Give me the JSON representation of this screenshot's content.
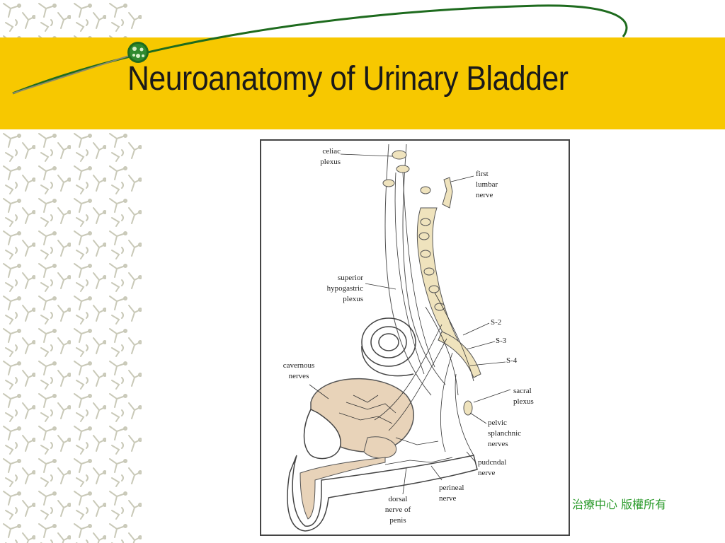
{
  "slide": {
    "title": "Neuroanatomy of Urinary Bladder",
    "copyright": "治療中心 版權所有"
  },
  "figure": {
    "labels": {
      "celiac": "celiac\nplexus",
      "first_lumbar": "first\nlumbar\nnerve",
      "superior_hypogastric": "superior\nhypogastric\nplexus",
      "s2": "S-2",
      "s3": "S-3",
      "s4": "S-4",
      "cavernous": "cavernous\nnerves",
      "sacral": "sacral\nplexus",
      "pelvic_splanchnic": "pelvic\nsplanchnic\nnerves",
      "pudendal": "pudcndal\nnerve",
      "perineal": "perineal\nnerve",
      "dorsal": "dorsal\nnerve of\npenis"
    }
  },
  "colors": {
    "accent_band": "#f7c800",
    "swoosh": "#1e6b1e",
    "organ_fill": "#e8d3b9",
    "nerve_fill": "#efe3bd",
    "copyright_text": "#2a9a2a"
  },
  "icons": {
    "side_pattern": "molecule-pattern",
    "bullet": "green-cell-orb-icon"
  }
}
